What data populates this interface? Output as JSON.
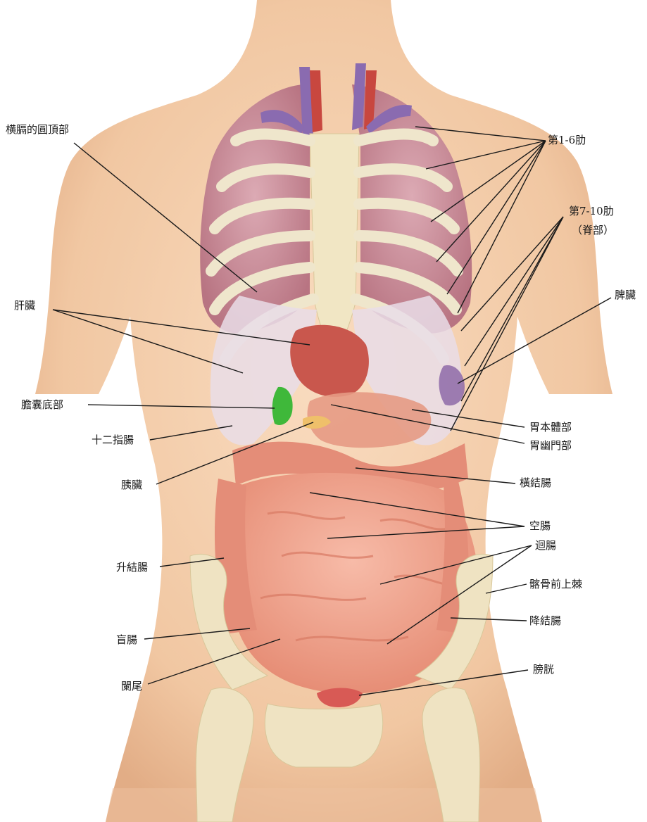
{
  "labels": {
    "diaphragm_dome": "横膈的圓頂部",
    "ribs_1_6": "第1-6肋",
    "ribs_7_10": "第7-10肋",
    "ribs_7_10_sub": "（脊部）",
    "liver": "肝臟",
    "spleen": "脾臟",
    "gallbladder_fundus": "膽囊底部",
    "duodenum": "十二指腸",
    "stomach_body": "胃本體部",
    "pylorus": "胃幽門部",
    "pancreas": "胰臟",
    "transverse_colon": "橫結腸",
    "jejunum": "空腸",
    "ileum": "迴腸",
    "ascending_colon": "升結腸",
    "asis": "髂骨前上棘",
    "descending_colon": "降結腸",
    "cecum": "盲腸",
    "appendix": "闌尾",
    "bladder": "膀胱"
  },
  "colors": {
    "skin": "#f6d3b2",
    "skin_shadow": "#e8b38c",
    "lung": "#c98a97",
    "bone": "#eee4c8",
    "liver": "#c9574d",
    "intestine": "#ee9f88",
    "colon": "#e48d78",
    "gallbladder": "#3fb83a",
    "vein": "#8a6bb0",
    "artery": "#c8473f",
    "leader_line": "#1a1a1a"
  }
}
